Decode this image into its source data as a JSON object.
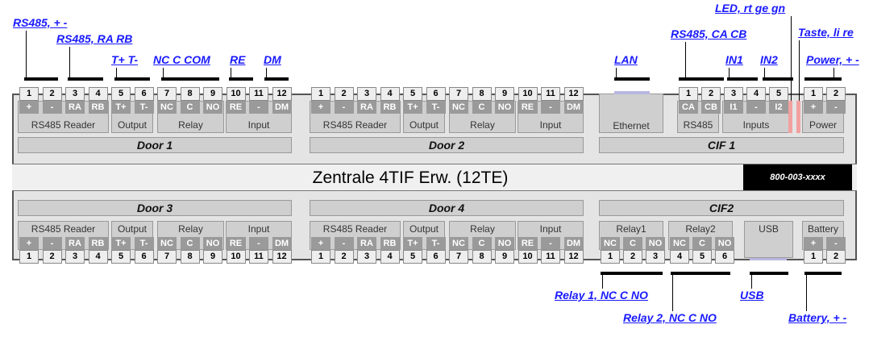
{
  "title": "Zentrale 4TIF Erw.   (12TE)",
  "serial": "800-003-xxxx",
  "door_groups": [
    {
      "label": "RS485 Reader",
      "terms": [
        [
          "1",
          "+"
        ],
        [
          "2",
          "-"
        ],
        [
          "3",
          "RA"
        ],
        [
          "4",
          "RB"
        ]
      ]
    },
    {
      "label": "Output",
      "terms": [
        [
          "5",
          "T+"
        ],
        [
          "6",
          "T-"
        ]
      ]
    },
    {
      "label": "Relay",
      "terms": [
        [
          "7",
          "NC"
        ],
        [
          "8",
          "C"
        ],
        [
          "9",
          "NO"
        ]
      ]
    },
    {
      "label": "Input",
      "terms": [
        [
          "10",
          "RE"
        ],
        [
          "11",
          "-"
        ],
        [
          "12",
          "DM"
        ]
      ]
    }
  ],
  "doors": [
    "Door 1",
    "Door 2",
    "Door 3",
    "Door 4"
  ],
  "cif1": {
    "label": "CIF 1",
    "ethernet": "Ethernet",
    "rs485": "RS485",
    "inputs": "Inputs",
    "power": "Power",
    "rs485_terms": [
      [
        "1",
        "CA"
      ],
      [
        "2",
        "CB"
      ]
    ],
    "inputs_terms": [
      [
        "3",
        "I1"
      ],
      [
        "4",
        "-"
      ],
      [
        "5",
        "I2"
      ]
    ],
    "power_terms": [
      [
        "1",
        "+"
      ],
      [
        "2",
        "-"
      ]
    ]
  },
  "cif2": {
    "label": "CIF2",
    "relay1": "Relay1",
    "relay2": "Relay2",
    "usb": "USB",
    "battery": "Battery",
    "relay1_terms": [
      [
        "1",
        "NC"
      ],
      [
        "2",
        "C"
      ],
      [
        "3",
        "NO"
      ]
    ],
    "relay2_terms": [
      [
        "4",
        "NC"
      ],
      [
        "5",
        "C"
      ],
      [
        "6",
        "NO"
      ]
    ],
    "battery_terms": [
      [
        "1",
        "+"
      ],
      [
        "2",
        "-"
      ]
    ]
  },
  "annotations": {
    "rs485_pm": "RS485, + -",
    "rs485_rarb": "RS485, RA RB",
    "tpm": "T+ T-",
    "nccom": "NC C COM",
    "re": "RE",
    "dm": "DM",
    "lan": "LAN",
    "rs485_cacb": "RS485, CA CB",
    "in1": "IN1",
    "in2": "IN2",
    "led": "LED, rt ge gn",
    "taste": "Taste, li re",
    "power": "Power, + -",
    "relay1": "Relay 1, NC C NO",
    "relay2": "Relay 2, NC C NO",
    "usb": "USB",
    "battery": "Battery, + -"
  }
}
